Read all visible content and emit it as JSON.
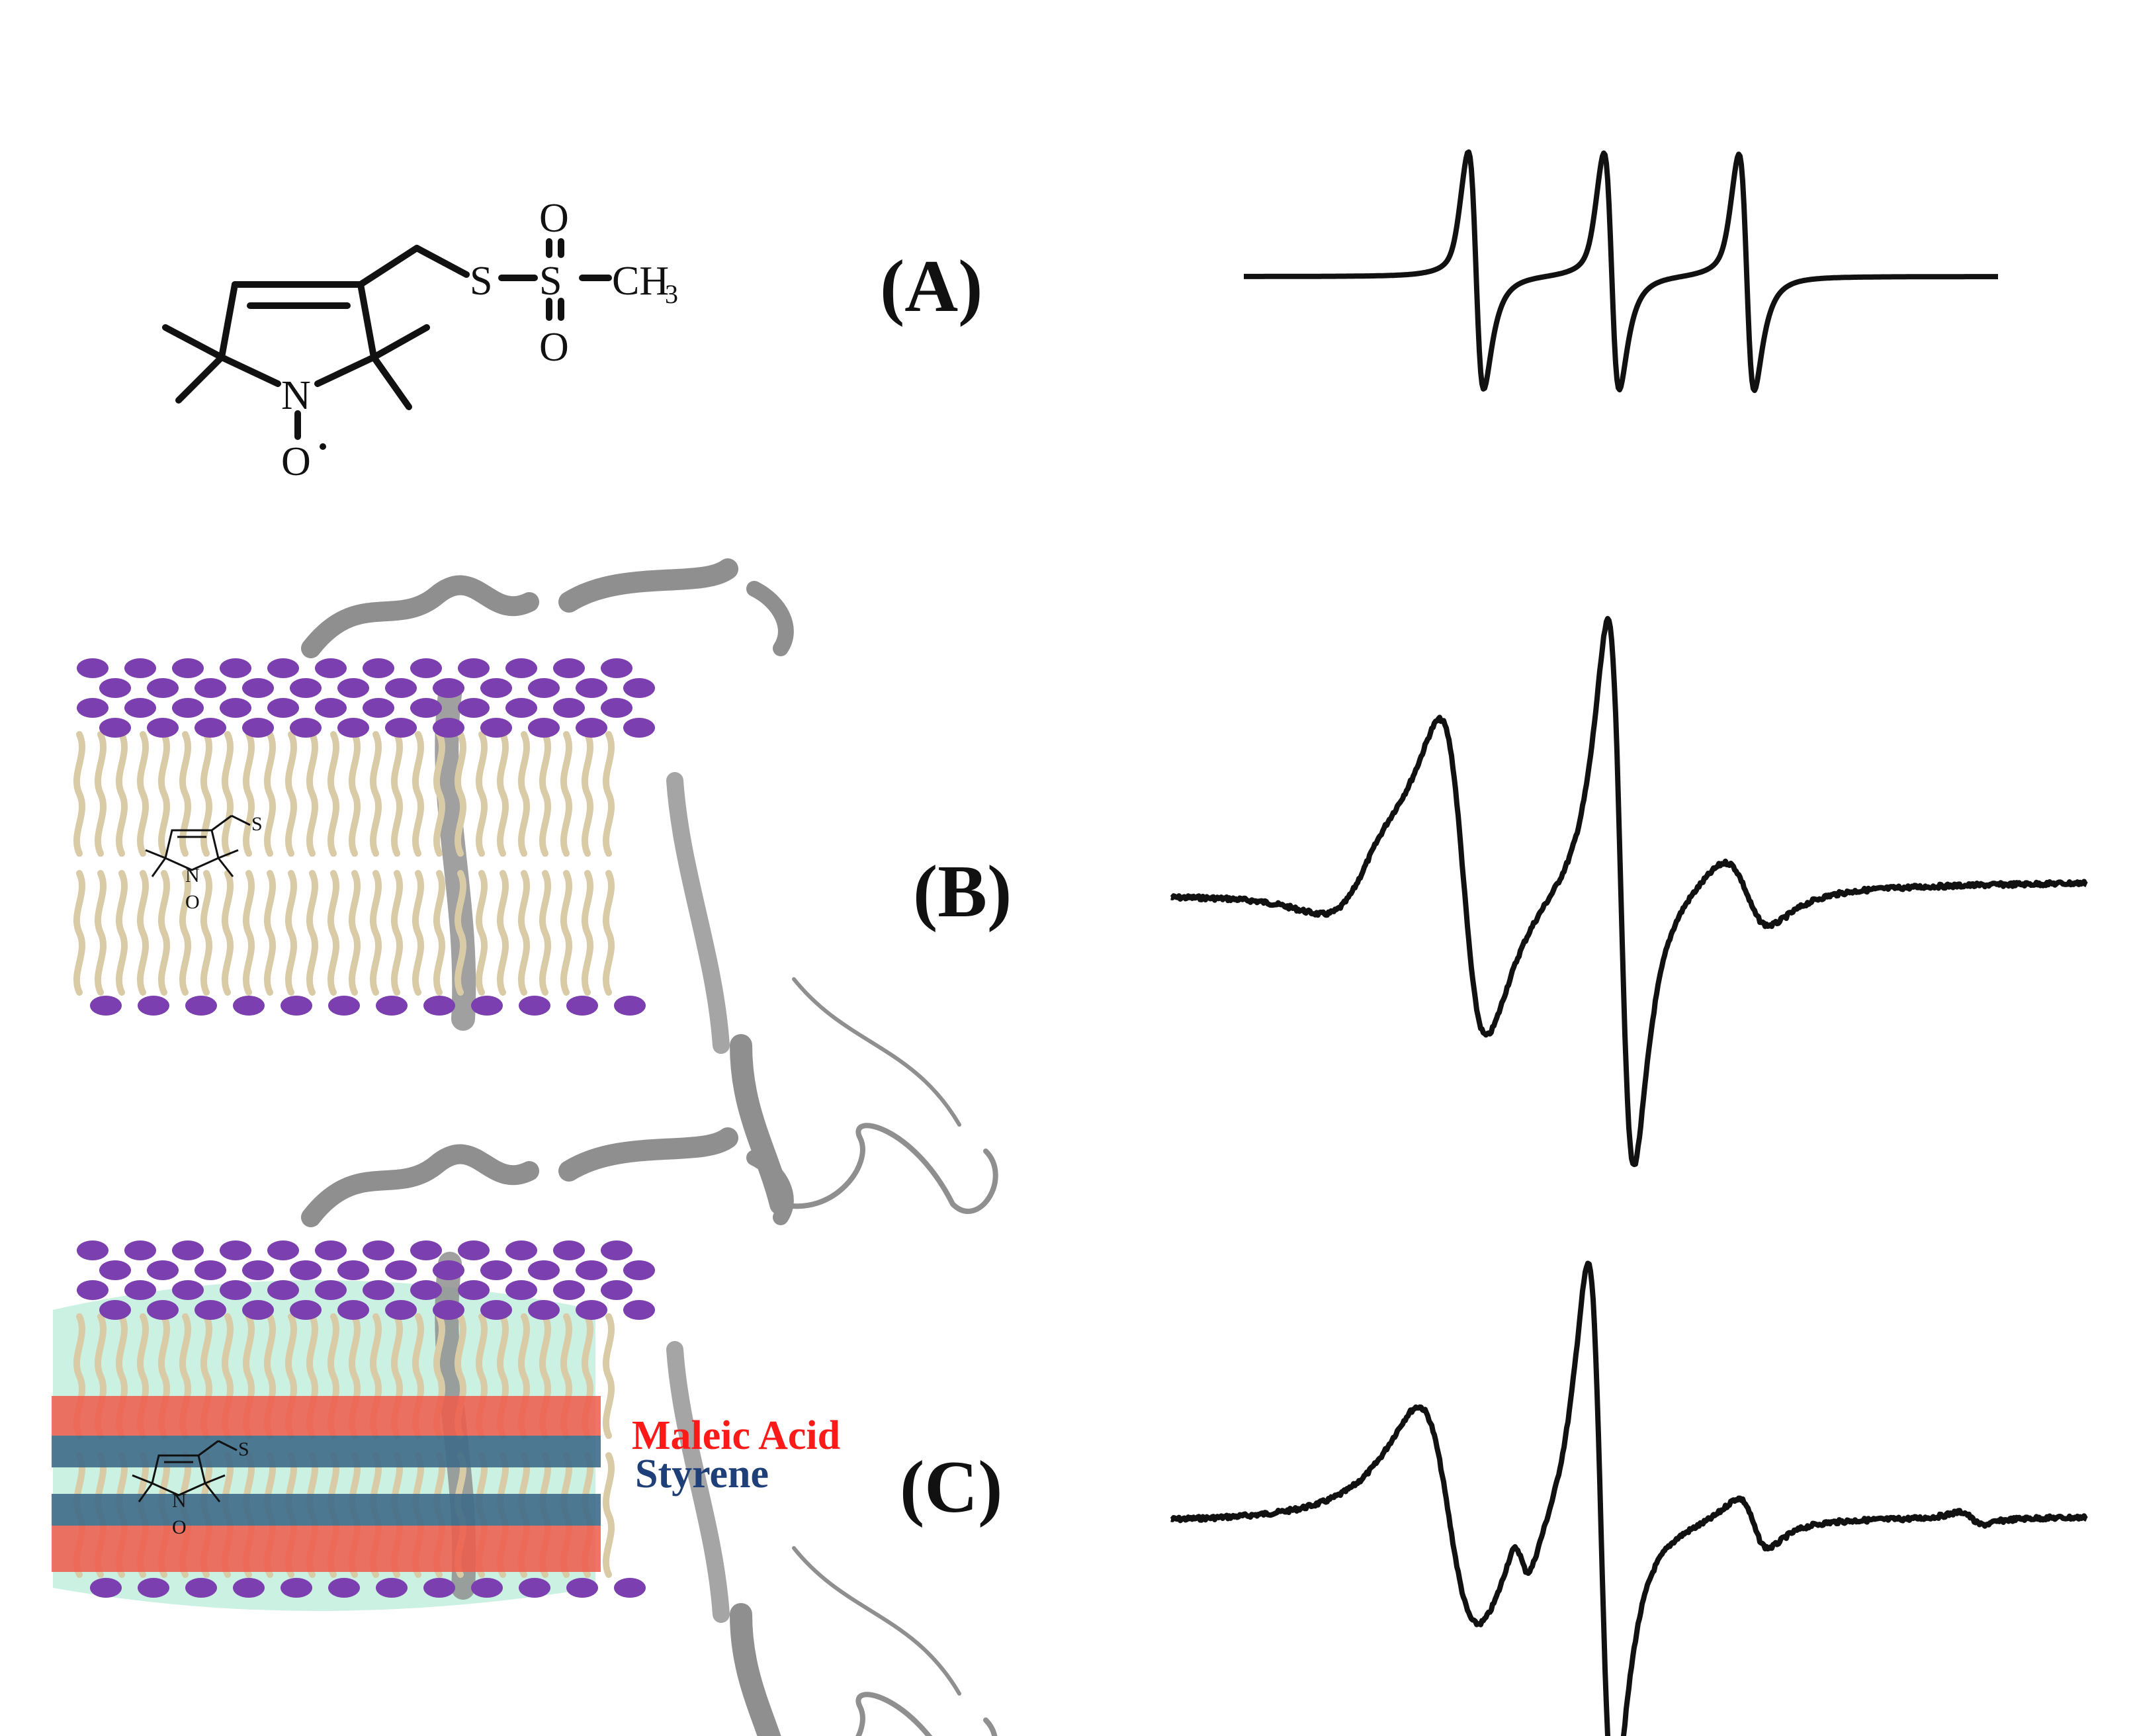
{
  "panels": [
    {
      "label": "(A)"
    },
    {
      "label": "(B)"
    },
    {
      "label": "(C)"
    }
  ],
  "chemistry": {
    "atoms": {
      "S1": "S",
      "S2": "S",
      "O_top": "O",
      "O_bottom": "O",
      "methyl": "CH",
      "methyl_sub": "3",
      "N": "N",
      "O_radical": "O"
    },
    "small_atoms": {
      "S": "S",
      "N": "N",
      "O": "O"
    }
  },
  "legend": {
    "maleic": "Maleic Acid",
    "styrene": "Styrene"
  },
  "colors": {
    "headgroup": "#7b3fb0",
    "tail": "#d8cba6",
    "protein": "#8f8f8f",
    "maleic_band": "#f05a4a",
    "styrene_band": "#3f6a8a",
    "smalp_halo": "#b9ecd8",
    "maleic_text": "#ff1a1a",
    "styrene_text": "#1f3f78",
    "trace": "#111111"
  },
  "icons": {
    "membrane": "lipid-bilayer-icon",
    "protein": "protein-helix-icon",
    "spin_label": "nitroxide-spin-label-icon"
  }
}
